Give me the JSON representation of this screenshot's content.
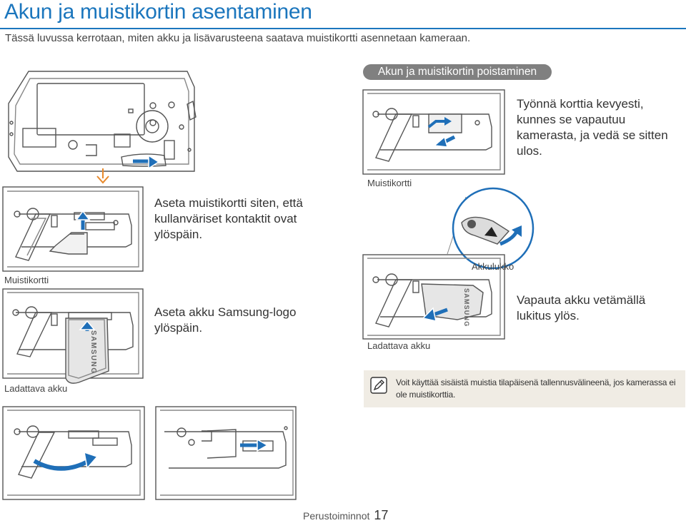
{
  "header": {
    "title": "Akun ja muistikortin asentaminen",
    "subtitle": "Tässä luvussa kerrotaan, miten akku ja lisävarusteena saatava muistikortti asennetaan kameraan."
  },
  "removal": {
    "heading": "Akun ja muistikortin poistaminen",
    "card_step": "Työnnä korttia kevyesti, kunnes se vapautuu kamerasta, ja vedä se sitten ulos.",
    "card_label": "Muistikortti",
    "lock_label": "Akkulukko",
    "battery_step": "Vapauta akku vetämällä lukitus ylös.",
    "battery_label": "Ladattava akku"
  },
  "install": {
    "card_step": "Aseta muistikortti siten, että kullanväriset kontaktit ovat ylöspäin.",
    "card_label": "Muistikortti",
    "battery_step": "Aseta akku Samsung-logo ylöspäin.",
    "battery_label": "Ladattava akku",
    "battery_brand": "SAMSUNG"
  },
  "note": {
    "icon": "note-pencil-icon",
    "text": "Voit käyttää sisäistä muistia tilapäisenä tallennusvälineenä, jos kamerassa ei ole muistikorttia."
  },
  "footer": {
    "section": "Perustoiminnot",
    "page": "17"
  },
  "colors": {
    "accent": "#1b76bd",
    "arrow_blue": "#1f6fb8",
    "arrow_orange": "#e8892b"
  }
}
